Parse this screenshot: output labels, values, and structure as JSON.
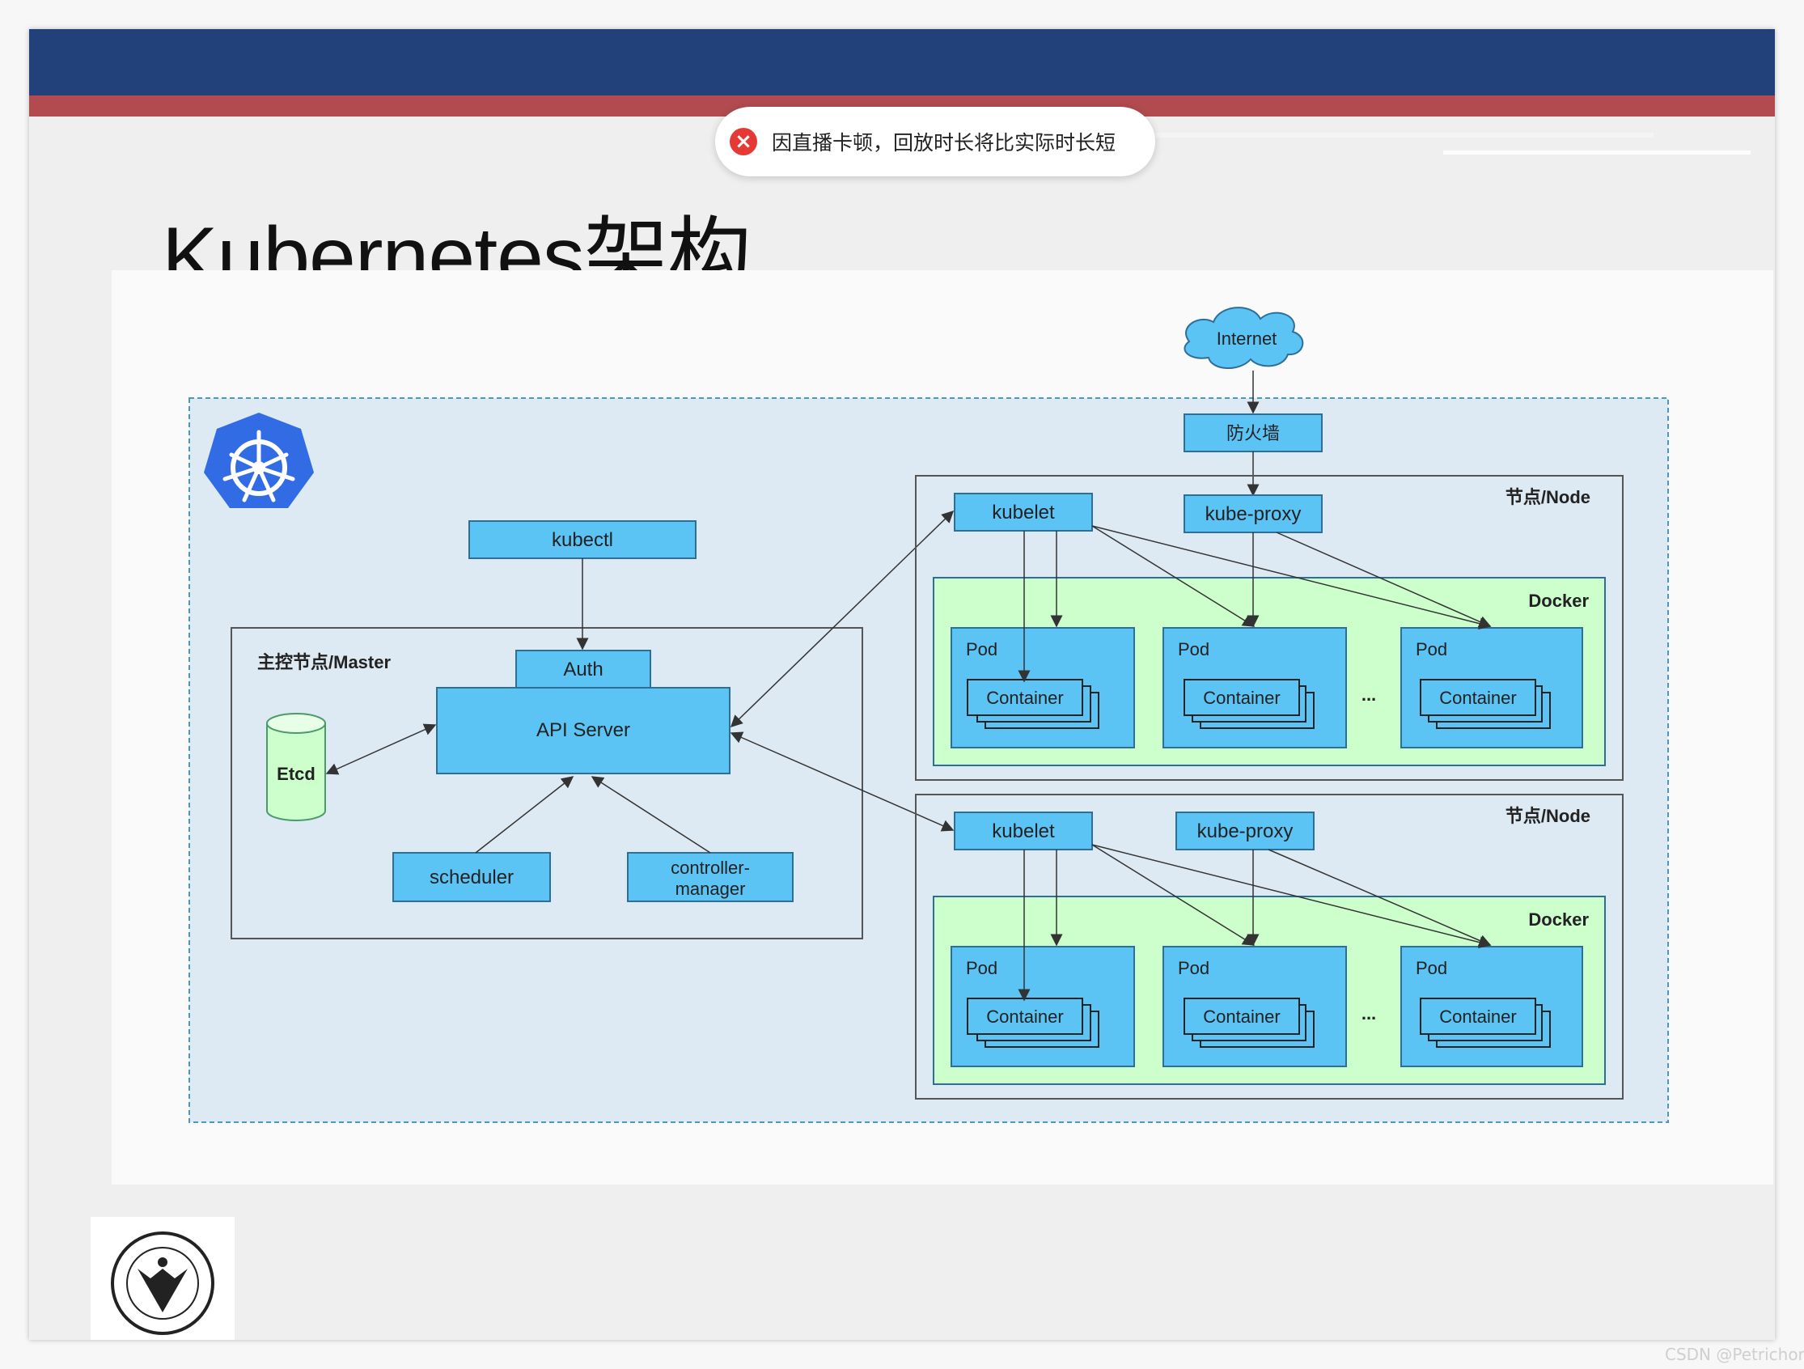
{
  "toast": {
    "message": "因直播卡顿，回放时长将比实际时长短",
    "icon": "close-icon"
  },
  "slide": {
    "title": "Kubernetes架构"
  },
  "diagram": {
    "internet": "Internet",
    "firewall": "防火墙",
    "master": {
      "label": "主控节点/Master",
      "kubectl": "kubectl",
      "auth": "Auth",
      "api_server": "API Server",
      "etcd": "Etcd",
      "scheduler": "scheduler",
      "controller_manager_line1": "controller-",
      "controller_manager_line2": "manager"
    },
    "nodes": [
      {
        "label": "节点/Node",
        "kubelet": "kubelet",
        "kube_proxy": "kube-proxy",
        "docker": "Docker",
        "pods": [
          {
            "label": "Pod",
            "container": "Container"
          },
          {
            "label": "Pod",
            "container": "Container"
          },
          {
            "label": "Pod",
            "container": "Container"
          }
        ],
        "ellipsis": "..."
      },
      {
        "label": "节点/Node",
        "kubelet": "kubelet",
        "kube_proxy": "kube-proxy",
        "docker": "Docker",
        "pods": [
          {
            "label": "Pod",
            "container": "Container"
          },
          {
            "label": "Pod",
            "container": "Container"
          },
          {
            "label": "Pod",
            "container": "Container"
          }
        ],
        "ellipsis": "..."
      }
    ]
  },
  "watermark": "CSDN @Petrichor",
  "colors": {
    "header_blue": "#22417a",
    "header_red": "#b14b4f",
    "box_blue": "#5cc3f5",
    "docker_green": "#ccffcc",
    "canvas": "#dde9f3",
    "k8s_logo": "#326ce5"
  }
}
